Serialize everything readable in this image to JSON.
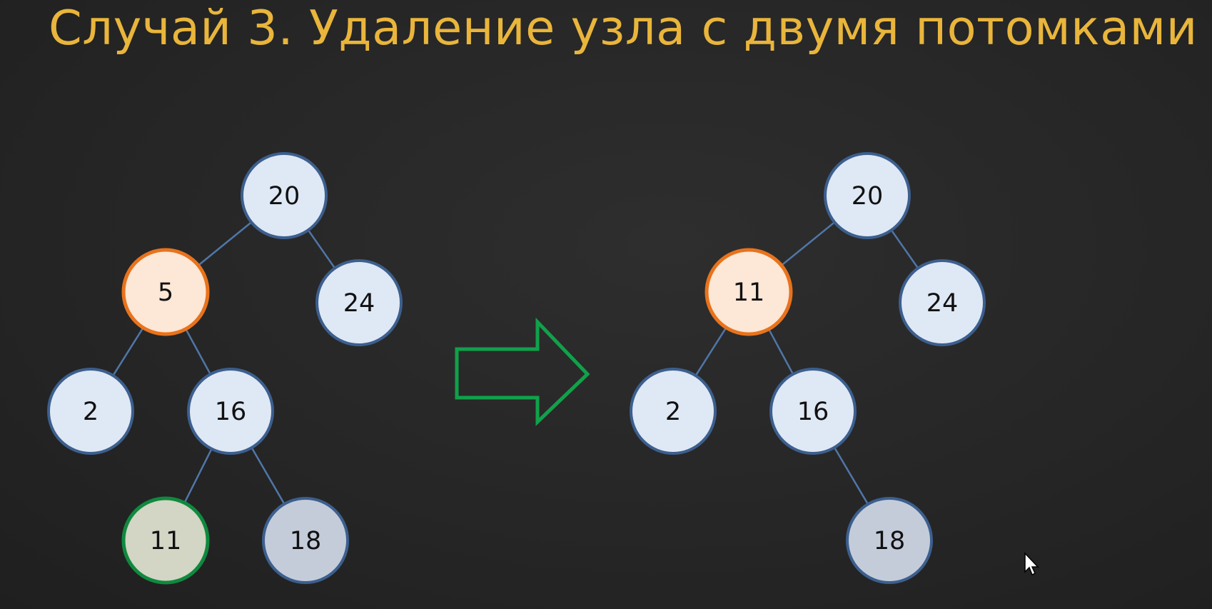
{
  "title": "Случай 3. Удаление узла с двумя потомками",
  "colors": {
    "title": "#e9b53b",
    "node_fill": "#dfe8f5",
    "node_stroke": "#3c5f8e",
    "deleted_fill": "#fde7d6",
    "deleted_stroke": "#e8731c",
    "successor_fill": "#d3d5c5",
    "successor_stroke": "#10893e",
    "leaf_fill": "#c4ccda",
    "edge": "#4f76a8",
    "arrow_stroke": "#10a14a"
  },
  "trees": [
    {
      "name": "before",
      "nodes": [
        {
          "id": "b20",
          "label": "20",
          "style": "normal"
        },
        {
          "id": "b5",
          "label": "5",
          "style": "deleted"
        },
        {
          "id": "b24",
          "label": "24",
          "style": "normal"
        },
        {
          "id": "b2",
          "label": "2",
          "style": "normal"
        },
        {
          "id": "b16",
          "label": "16",
          "style": "normal"
        },
        {
          "id": "b11",
          "label": "11",
          "style": "successor"
        },
        {
          "id": "b18",
          "label": "18",
          "style": "leaf"
        }
      ],
      "edges": [
        [
          "b20",
          "b5"
        ],
        [
          "b20",
          "b24"
        ],
        [
          "b5",
          "b2"
        ],
        [
          "b5",
          "b16"
        ],
        [
          "b16",
          "b11"
        ],
        [
          "b16",
          "b18"
        ]
      ]
    },
    {
      "name": "after",
      "nodes": [
        {
          "id": "a20",
          "label": "20",
          "style": "normal"
        },
        {
          "id": "a11",
          "label": "11",
          "style": "deleted"
        },
        {
          "id": "a24",
          "label": "24",
          "style": "normal"
        },
        {
          "id": "a2",
          "label": "2",
          "style": "normal"
        },
        {
          "id": "a16",
          "label": "16",
          "style": "normal"
        },
        {
          "id": "a18",
          "label": "18",
          "style": "leaf"
        }
      ],
      "edges": [
        [
          "a20",
          "a11"
        ],
        [
          "a20",
          "a24"
        ],
        [
          "a11",
          "a2"
        ],
        [
          "a11",
          "a16"
        ],
        [
          "a16",
          "a18"
        ]
      ]
    }
  ],
  "transition_arrow": {
    "direction": "right",
    "icon": "right-arrow-icon"
  }
}
